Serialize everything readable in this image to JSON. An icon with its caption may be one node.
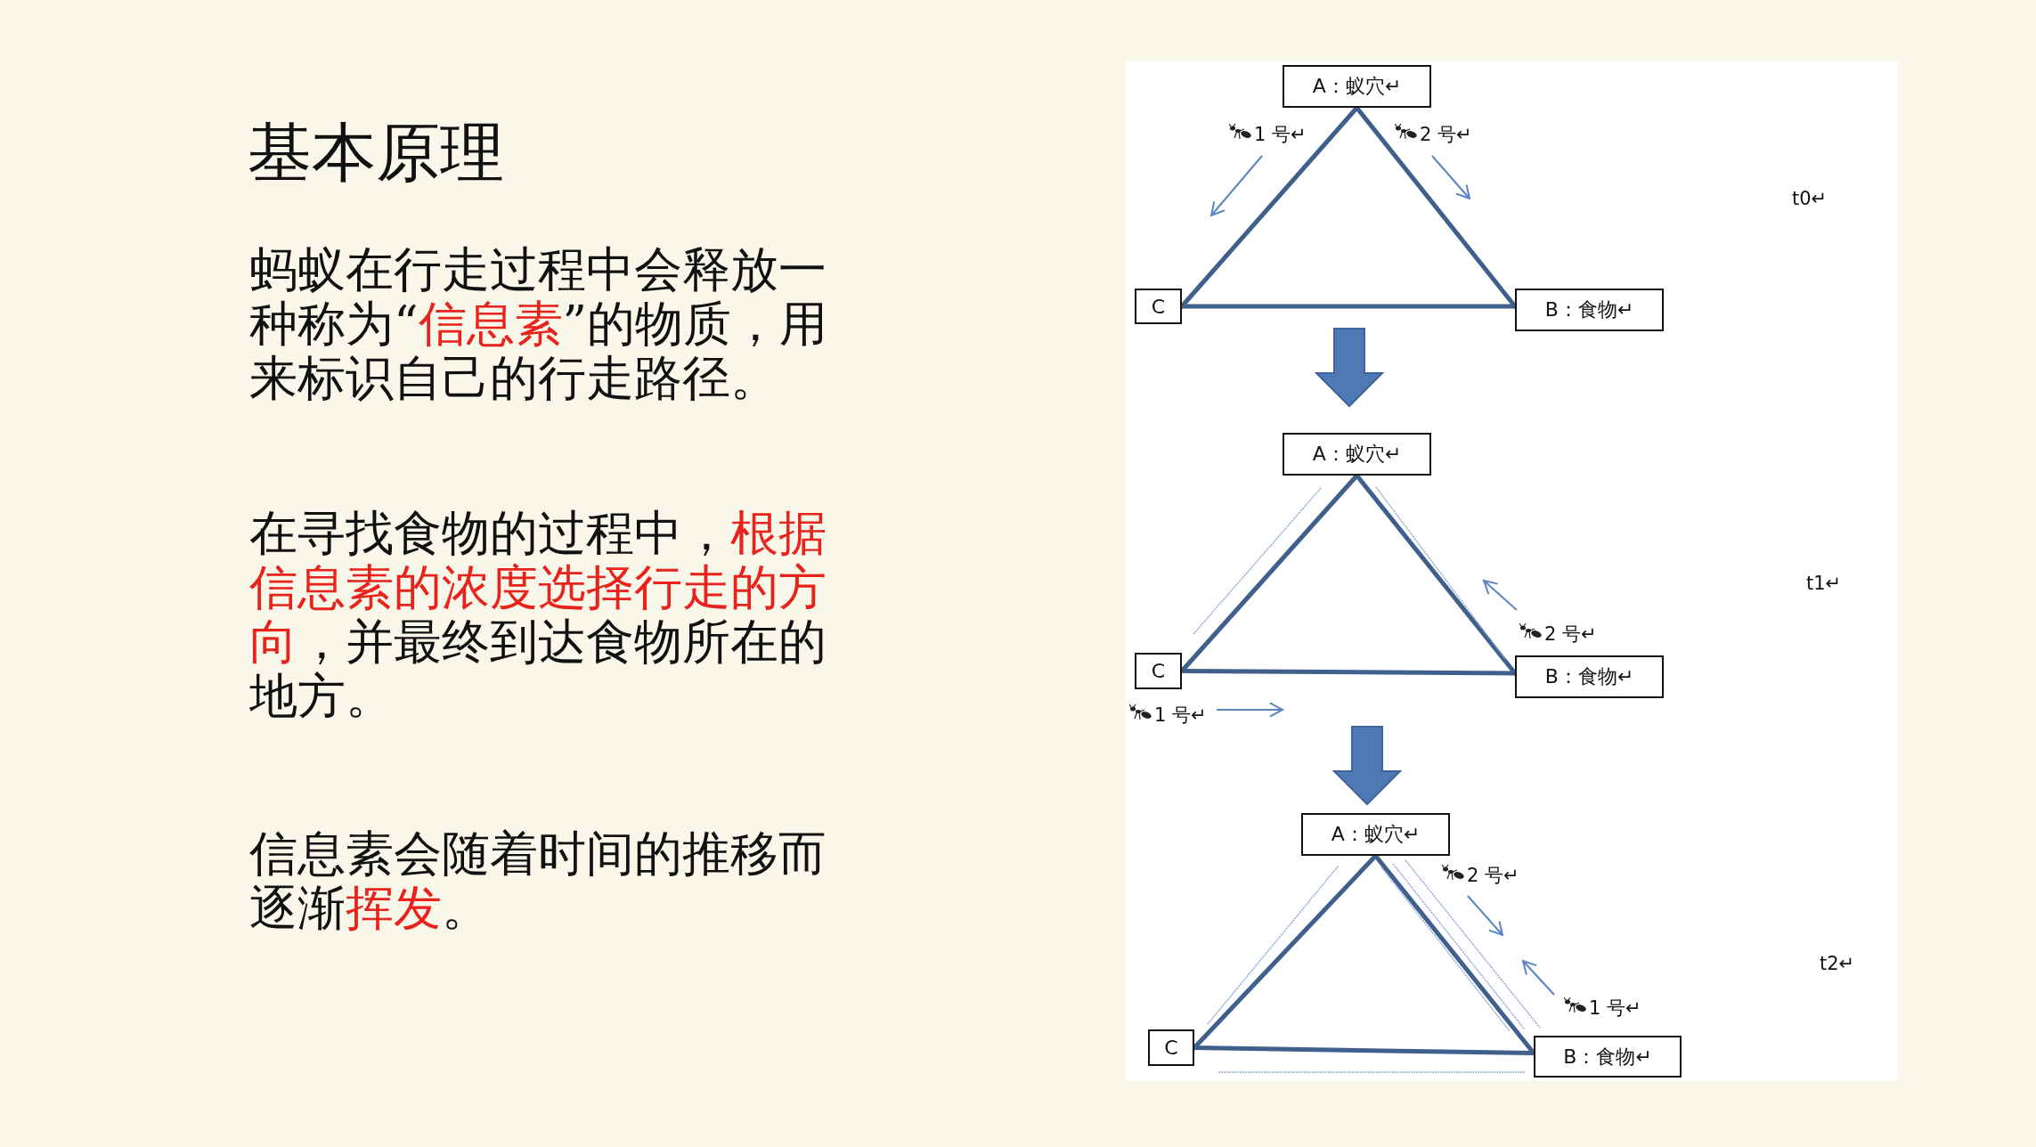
{
  "diagram": {
    "title": "基本原理",
    "nodes": [
      {
        "text": [
          "A：蚁穴↵"
        ]
      },
      {
        "text": [
          "C"
        ]
      },
      {
        "text": [
          "B：食物↵"
        ]
      },
      {
        "text": [
          "A：蚁穴↵"
        ]
      },
      {
        "text": [
          "C"
        ]
      },
      {
        "text": [
          "B：食物↵"
        ]
      },
      {
        "text": [
          "A：蚁穴↵"
        ]
      },
      {
        "text": [
          "C"
        ]
      },
      {
        "text": [
          "B：食物↵"
        ]
      }
    ],
    "edges": [
      {
        "from": 0,
        "to": 1,
        "arrow": "none"
      },
      {
        "from": 0,
        "to": 2,
        "arrow": "none"
      },
      {
        "from": 1,
        "to": 2,
        "arrow": "none"
      },
      {
        "from": 3,
        "to": 4,
        "arrow": "none"
      },
      {
        "from": 3,
        "to": 5,
        "arrow": "none"
      },
      {
        "from": 4,
        "to": 5,
        "arrow": "none"
      },
      {
        "from": 6,
        "to": 7,
        "arrow": "none"
      },
      {
        "from": 6,
        "to": 8,
        "arrow": "none"
      },
      {
        "from": 7,
        "to": 8,
        "arrow": "none"
      }
    ],
    "labels": [
      "蚂蚁在行走过程中会释放一种称为“**信息素**”的物质，用来标识自己的行走路径。",
      "在寻找食物的过程中，**根据信息素的浓度选择行走的方向**，并最终到达食物所在的地方。",
      "信息素会随着时间的推移而逐渐**挥发**。",
      "1 号↵",
      "2 号↵",
      "t0↵",
      "2 号↵",
      "1 号↵",
      "t1↵",
      "2 号↵",
      "1 号↵",
      "t2↵"
    ]
  }
}
